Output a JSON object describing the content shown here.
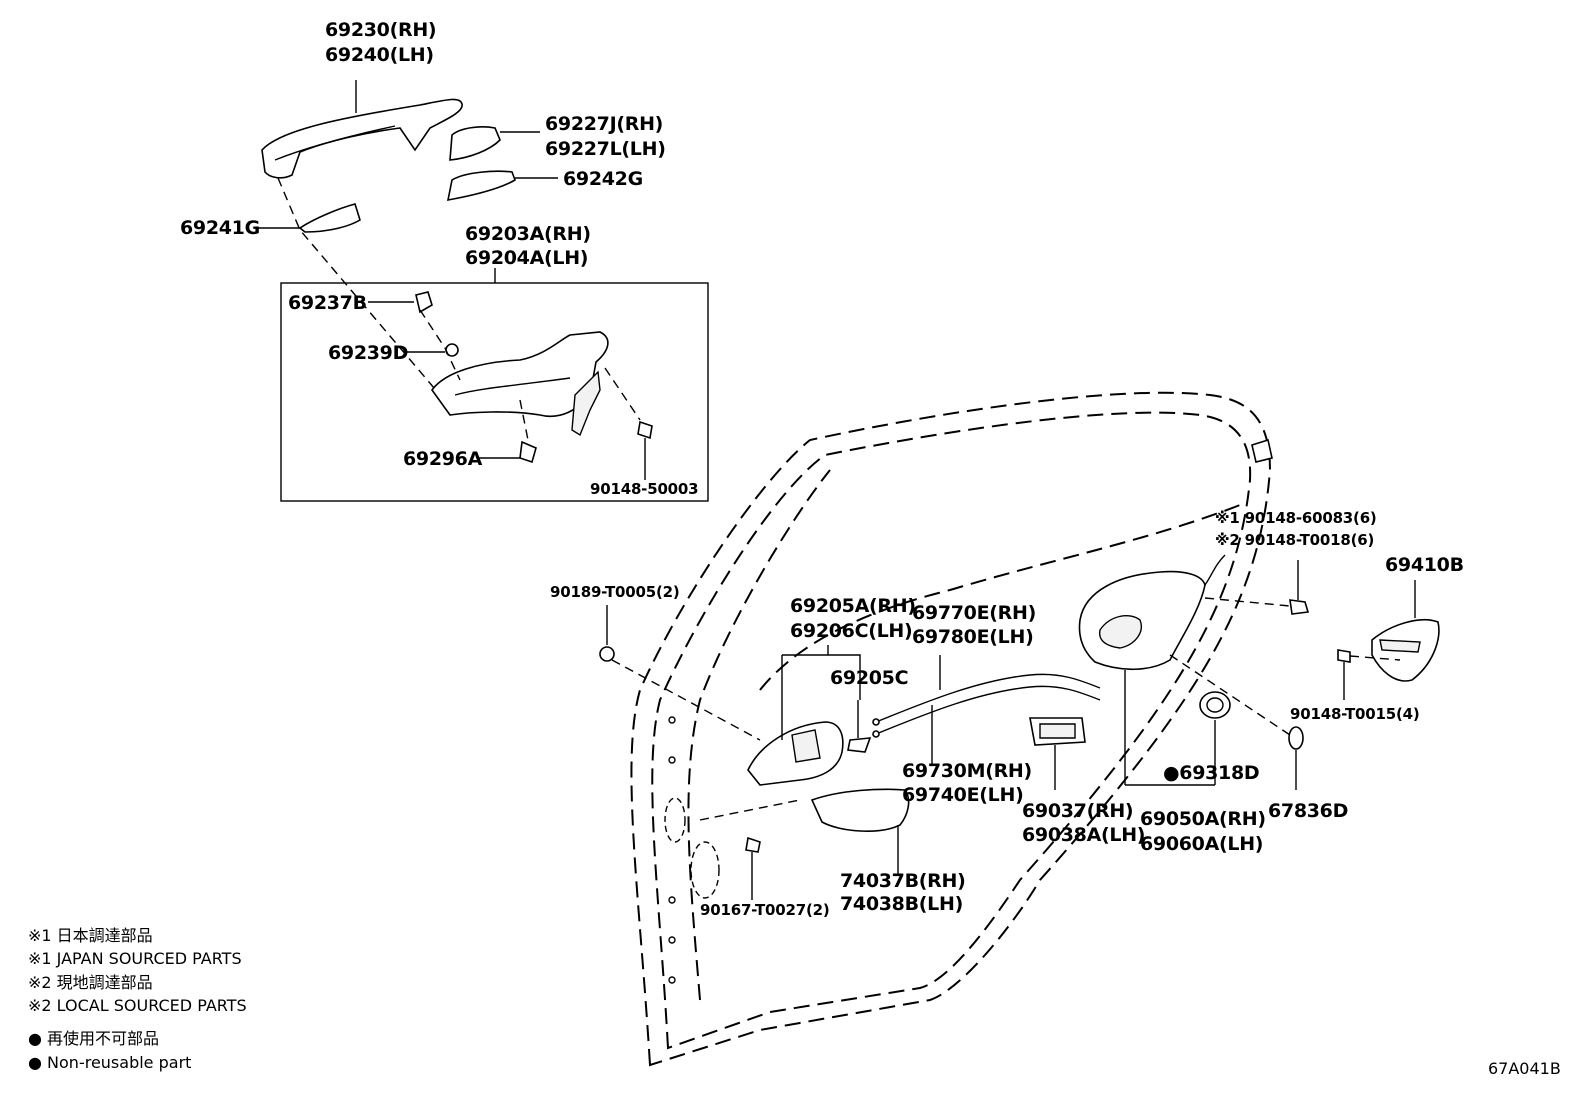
{
  "parts": {
    "handle_rh": "69230(RH)",
    "handle_lh": "69240(LH)",
    "cover_rh": "69227J(RH)",
    "cover_lh": "69227L(LH)",
    "gasket_242": "69242G",
    "gasket_241": "69241G",
    "frame_rh": "69203A(RH)",
    "frame_lh": "69204A(LH)",
    "p69237b": "69237B",
    "p69239d": "69239D",
    "p69296a": "69296A",
    "screw_50003": "90148-50003",
    "clip_t0005": "90189-T0005(2)",
    "inner_rh": "69205A(RH)",
    "inner_lh": "69206C(LH)",
    "p69205c": "69205C",
    "cable_rh": "69770E(RH)",
    "cable_lh": "69780E(LH)",
    "rod_rh": "69730M(RH)",
    "rod_lh": "69740E(LH)",
    "bezel_rh": "74037B(RH)",
    "bezel_lh": "74038B(LH)",
    "screw_t0027": "90167-T0027(2)",
    "note1_screw": "※1 90148-60083(6)",
    "note2_screw": "※2 90148-T0018(6)",
    "striker": "69410B",
    "screw_t0015": "90148-T0015(4)",
    "seal": "●69318D",
    "grommet": "67836D",
    "motor_rh": "69037(RH)",
    "motor_lh": "69038A(LH)",
    "lock_rh": "69050A(RH)",
    "lock_lh": "69060A(LH)"
  },
  "legend": {
    "l1": "※1 日本調達部品",
    "l2": "※1 JAPAN SOURCED PARTS",
    "l3": "※2 現地調達部品",
    "l4": "※2 LOCAL SOURCED PARTS",
    "l5": "● 再使用不可部品",
    "l6": "● Non-reusable part"
  },
  "figure_code": "67A041B"
}
